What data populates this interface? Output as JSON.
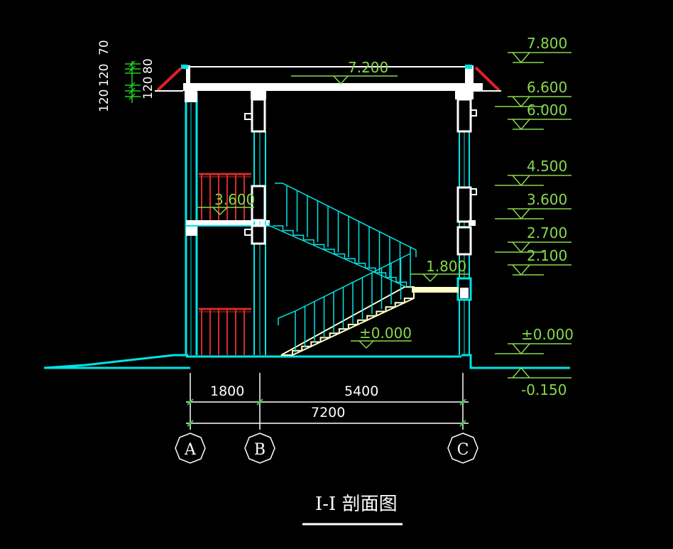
{
  "drawing": {
    "title": "I-I 剖面图",
    "colors": {
      "background": "#000000",
      "structure": "#ffffff",
      "glazing": "#00e5e5",
      "level_text": "#88d84c",
      "railing": "#d42a2a",
      "roof_edge": "#e0202a",
      "stair_fill": "#ffffc8",
      "dim_tick": "#20d020"
    }
  },
  "levels_right": [
    {
      "label": "7.800"
    },
    {
      "label": "6.600"
    },
    {
      "label": "6.000"
    },
    {
      "label": "4.500"
    },
    {
      "label": "3.600"
    },
    {
      "label": "2.700"
    },
    {
      "label": "2.100"
    },
    {
      "label": "±0.000"
    },
    {
      "label": "-0.150"
    }
  ],
  "levels_inside": [
    {
      "label": "7.200"
    },
    {
      "label": "3.600"
    },
    {
      "label": "1.800"
    },
    {
      "label": "±0.000"
    }
  ],
  "roof_edge_dims": [
    "70",
    "120",
    "120",
    "120",
    "80"
  ],
  "dimensions": {
    "segments": [
      "1800",
      "5400"
    ],
    "total": "7200"
  },
  "axes": [
    "A",
    "B",
    "C"
  ]
}
